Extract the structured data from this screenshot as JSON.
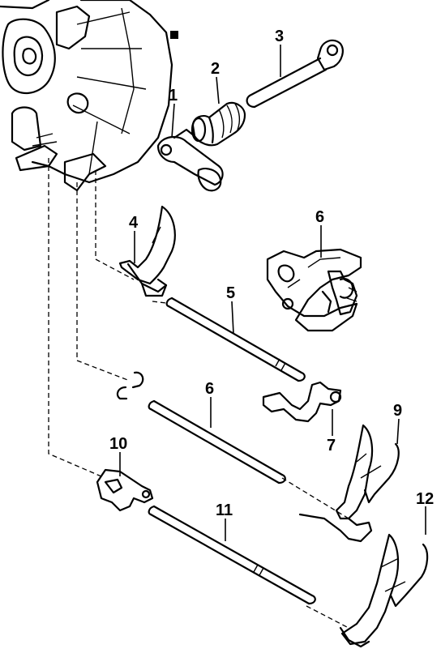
{
  "callouts": {
    "c1": "1",
    "c2": "2",
    "c3": "3",
    "c4": "4",
    "c5": "5",
    "c6a": "6",
    "c6b": "6",
    "c7": "7",
    "c9": "9",
    "c10": "10",
    "c11": "11",
    "c12": "12"
  }
}
